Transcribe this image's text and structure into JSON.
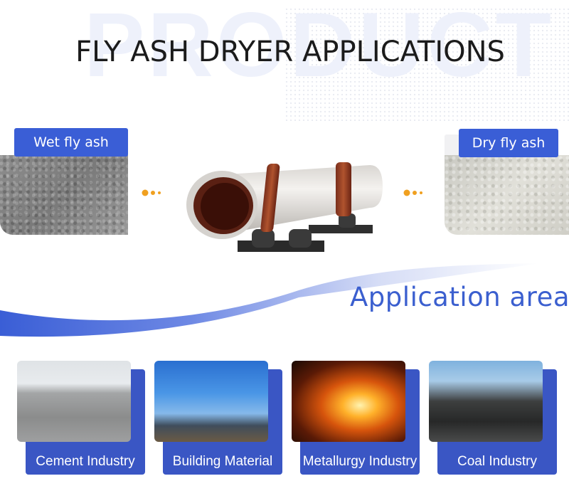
{
  "watermark": "PRODUCT",
  "title": "FLY ASH DRYER APPLICATIONS",
  "wet_label": "Wet fly ash",
  "dry_label": "Dry  fly ash",
  "section_title": "Application area",
  "colors": {
    "accent": "#3a5ed6",
    "heading": "#3b5fcf",
    "connector": "#f0a020"
  },
  "icons": [
    "connector-dots-icon"
  ],
  "applications": [
    {
      "label": "Cement  Industry"
    },
    {
      "label": "Building Material"
    },
    {
      "label": "Metallurgy Industry"
    },
    {
      "label": "Coal Industry"
    }
  ]
}
